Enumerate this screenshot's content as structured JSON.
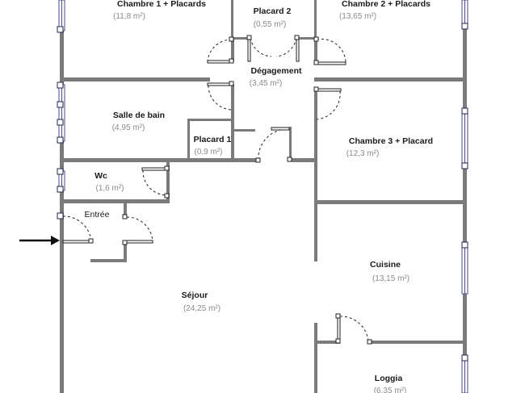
{
  "plan": {
    "rooms": [
      {
        "name": "Chambre 1 + Placards",
        "area": "(11,8 m²)"
      },
      {
        "name": "Placard 2",
        "area": "(0,55 m²)"
      },
      {
        "name": "Chambre 2 + Placards",
        "area": "(13,65 m²)"
      },
      {
        "name": "Dégagement",
        "area": "(3,45 m²)"
      },
      {
        "name": "Salle de bain",
        "area": "(4,95 m²)"
      },
      {
        "name": "Placard 1",
        "area": "(0,9 m²)"
      },
      {
        "name": "Chambre 3 + Placard",
        "area": "(12,3 m²)"
      },
      {
        "name": "Wc",
        "area": "(1,6 m²)"
      },
      {
        "name": "Entrée",
        "area": ""
      },
      {
        "name": "Séjour",
        "area": "(24,25 m²)"
      },
      {
        "name": "Cuisine",
        "area": "(13,15 m²)"
      },
      {
        "name": "Loggia",
        "area": "(6,35 m²)"
      }
    ],
    "entrance_marker": "arrow-right"
  }
}
